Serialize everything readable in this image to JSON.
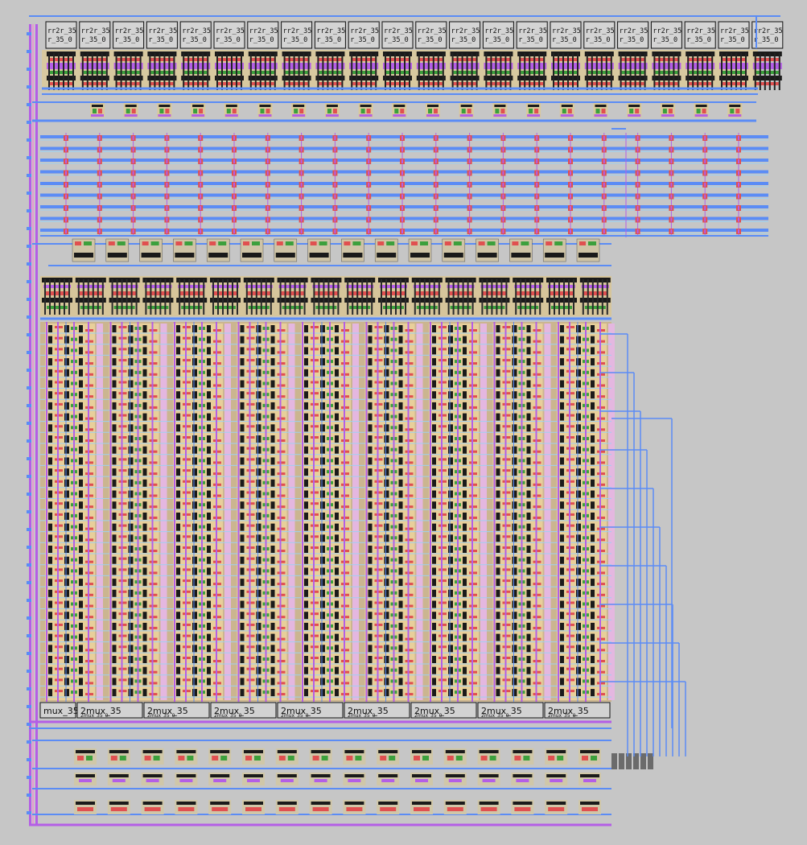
{
  "colors": {
    "background": "#c6c6c6",
    "metal1": "#5b8cf5",
    "metal2": "#b45ee6",
    "poly": "#e05050",
    "diffusion": "#3ca03c",
    "nwell": "#e8c98a",
    "contact": "#1a1a1a",
    "metal3": "#9fd0f0",
    "pink": "#e49ad2"
  },
  "top_cells": {
    "label_line1": "rr2r_35",
    "label_line2": "r_35_0",
    "count": 22
  },
  "mux_cells": {
    "first_label": "mux_35",
    "label": "2mux_35",
    "sublabel": "2mux_35_0",
    "count": 8
  },
  "icons": [
    "layout-view",
    "cell-instance",
    "wire-bus"
  ]
}
